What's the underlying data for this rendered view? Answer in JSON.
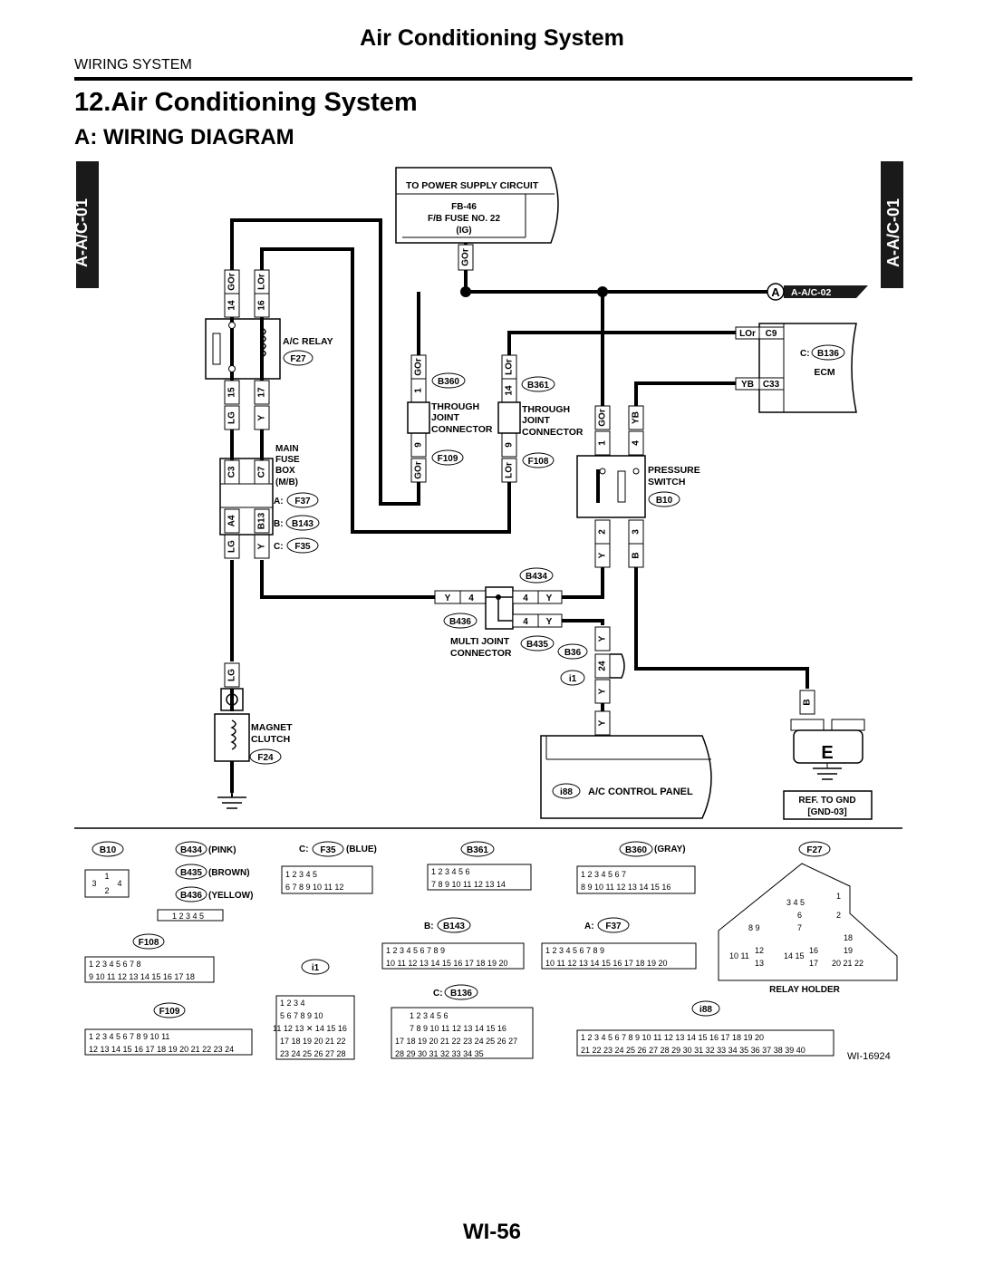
{
  "header": {
    "title": "Air Conditioning System",
    "section": "WIRING SYSTEM"
  },
  "heading": {
    "main": "12.Air Conditioning System",
    "sub": "A:  WIRING DIAGRAM"
  },
  "side_tabs": {
    "left": "A-A/C-01",
    "right": "A-A/C-01"
  },
  "power_box": {
    "title": "TO POWER SUPPLY CIRCUIT",
    "line1": "FB-46",
    "line2": "F/B FUSE NO. 22",
    "line3": "(IG)"
  },
  "link_tag": {
    "letter": "A",
    "label": "A-A/C-02"
  },
  "components": {
    "ac_relay": {
      "name": "A/C RELAY",
      "code": "F27"
    },
    "fuse_box": {
      "l1": "MAIN",
      "l2": "FUSE",
      "l3": "BOX",
      "l4": "(M/B)",
      "a_prefix": "A:",
      "a": "F37",
      "b_prefix": "B:",
      "b": "B143",
      "c_prefix": "C:",
      "c": "F35"
    },
    "b360": {
      "code": "B360",
      "l1": "THROUGH",
      "l2": "JOINT",
      "l3": "CONNECTOR",
      "code2": "F109"
    },
    "b361": {
      "code": "B361",
      "l1": "THROUGH",
      "l2": "JOINT",
      "l3": "CONNECTOR",
      "code2": "F108"
    },
    "ecm": {
      "name": "ECM",
      "prefix": "C:",
      "code": "B136"
    },
    "pressure_switch": {
      "l1": "PRESSURE",
      "l2": "SWITCH",
      "code": "B10"
    },
    "multi_joint": {
      "l1": "MULTI JOINT",
      "l2": "CONNECTOR",
      "c1": "B434",
      "c2": "B436",
      "c3": "B435"
    },
    "b36": {
      "c1": "B36",
      "c2": "i1"
    },
    "magnet_clutch": {
      "l1": "MAGNET",
      "l2": "CLUTCH",
      "code": "F24"
    },
    "control_panel": {
      "code": "i88",
      "name": "A/C CONTROL PANEL"
    },
    "ground": {
      "letter": "E",
      "l1": "REF. TO GND",
      "l2": "[GND-03]"
    }
  },
  "wire_labels": {
    "gor": "GOr",
    "lor": "LOr",
    "lg": "LG",
    "y": "Y",
    "yb": "YB",
    "b": "B"
  },
  "pins": {
    "p14": "14",
    "p16": "16",
    "p15": "15",
    "p17": "17",
    "c3": "C3",
    "c7": "C7",
    "a4": "A4",
    "b13": "B13",
    "p1": "1",
    "p9": "9",
    "p4": "4",
    "p2": "2",
    "p3": "3",
    "p24": "24",
    "p11": "11",
    "c9": "C9",
    "c33": "C33"
  },
  "connectors": {
    "b10": "B10",
    "b434": "B434",
    "b434_color": "(PINK)",
    "b435": "B435",
    "b435_color": "(BROWN)",
    "b436": "B436",
    "b436_color": "(YELLOW)",
    "f35_prefix": "C:",
    "f35": "F35",
    "f35_color": "(BLUE)",
    "b361": "B361",
    "b360": "B360",
    "b360_color": "(GRAY)",
    "f27": "F27",
    "f108": "F108",
    "b143_prefix": "B:",
    "b143": "B143",
    "f37_prefix": "A:",
    "f37": "F37",
    "relay_holder": "RELAY HOLDER",
    "i1": "i1",
    "b136_prefix": "C:",
    "b136": "B136",
    "i88": "i88",
    "f109": "F109"
  },
  "figure_id": "WI-16924",
  "page_number": "WI-56"
}
